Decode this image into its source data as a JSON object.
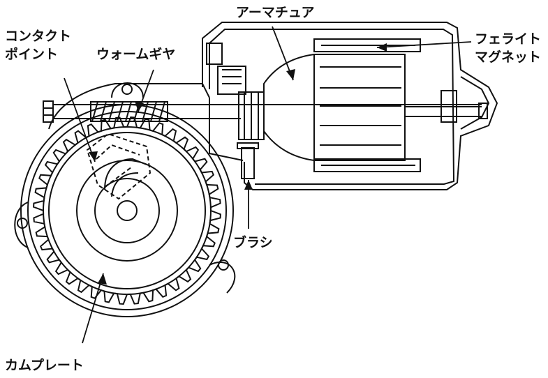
{
  "labels": {
    "contact_point_line1": "コンタクト",
    "contact_point_line2": "ポイント",
    "worm_gear": "ウォームギヤ",
    "armature": "アーマチュア",
    "ferrite_magnet_line1": "フェライト",
    "ferrite_magnet_line2": "マグネット",
    "brush": "ブラシ",
    "cam_plate": "カムプレート"
  },
  "colors": {
    "ink": "#111111",
    "background": "#ffffff"
  }
}
